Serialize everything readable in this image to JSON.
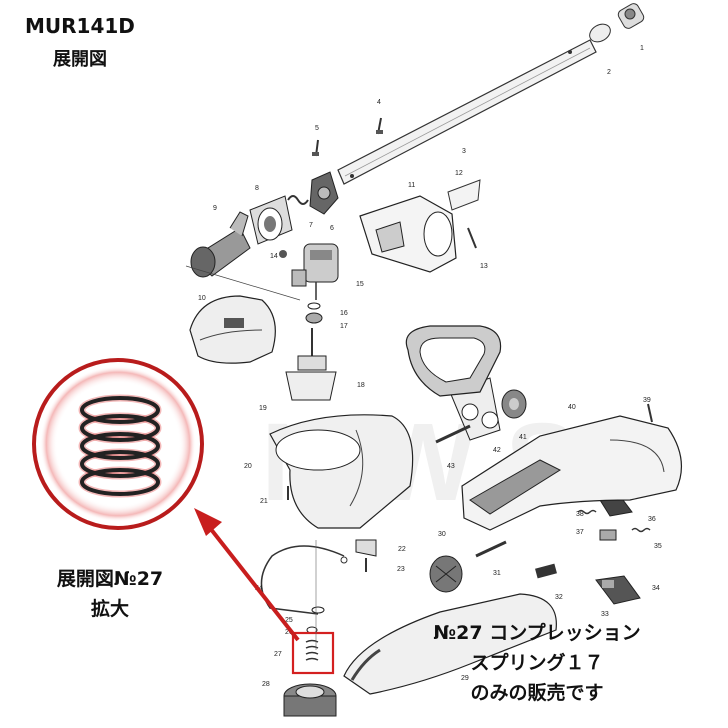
{
  "header": {
    "model": "MUR141D",
    "subtitle": "展開図"
  },
  "callout": {
    "label_line1": "展開図№27",
    "label_line2": "拡大"
  },
  "note": {
    "line1": "№27  コンプレッション",
    "line2": "スプリング１７",
    "line3": "のみの販売です"
  },
  "watermark": "N  W  S",
  "part_numbers": [
    "1",
    "2",
    "3",
    "4",
    "5",
    "6",
    "7",
    "8",
    "9",
    "10",
    "11",
    "12",
    "13",
    "14",
    "15",
    "16",
    "17",
    "18",
    "19",
    "20",
    "21",
    "22",
    "23",
    "24",
    "25",
    "26",
    "27",
    "28",
    "29",
    "30",
    "31",
    "32",
    "33",
    "34",
    "35",
    "36",
    "37",
    "38",
    "39",
    "40",
    "41",
    "42",
    "43"
  ],
  "colors": {
    "highlight": "#d42020",
    "line": "#333333",
    "part_fill": "#e8e8e8",
    "part_dark": "#555555"
  }
}
